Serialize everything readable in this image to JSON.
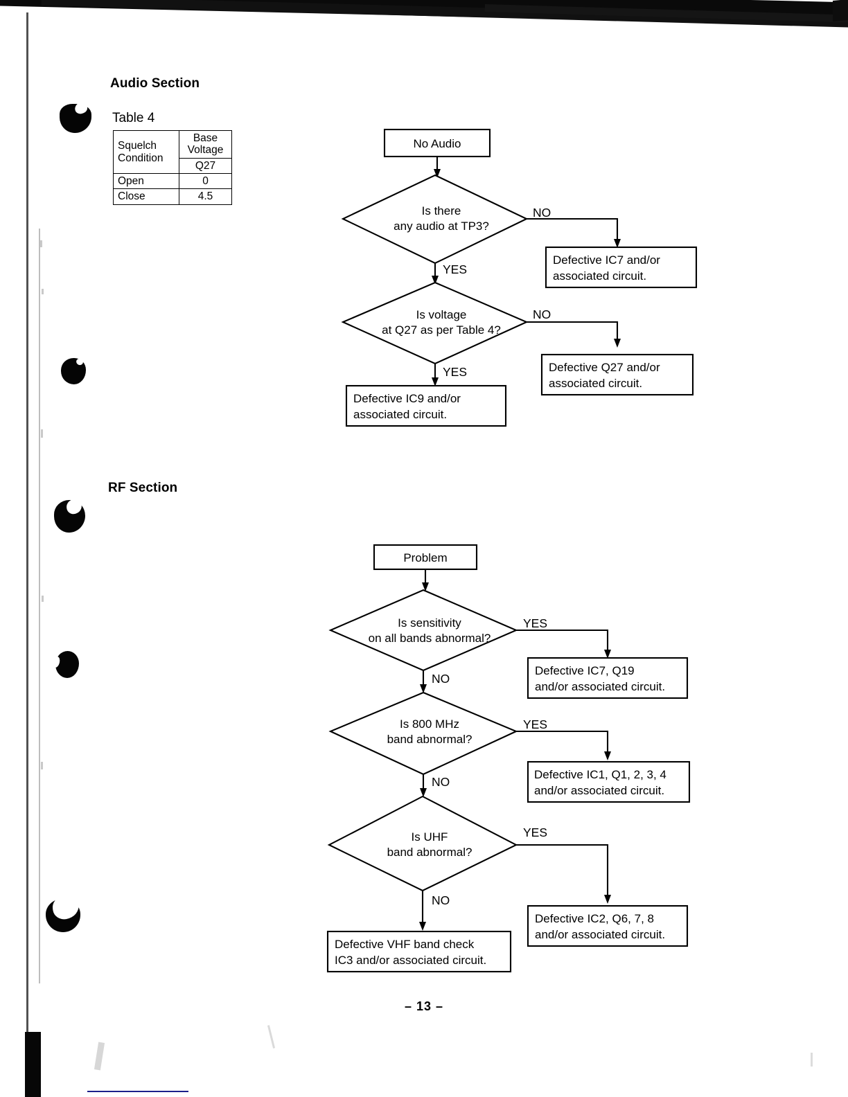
{
  "page": {
    "number_label": "– 13 –"
  },
  "audio_section": {
    "heading": "Audio Section",
    "table": {
      "caption": "Table 4",
      "headers": {
        "condition": "Squelch\nCondition",
        "voltage": "Base\nVoltage",
        "device": "Q27"
      },
      "rows": [
        {
          "condition": "Open",
          "voltage": "0"
        },
        {
          "condition": "Close",
          "voltage": "4.5"
        }
      ]
    },
    "flow": {
      "start": "No Audio",
      "decision1": {
        "line1": "Is there",
        "line2": "any audio at TP3?",
        "yes": "YES",
        "no": "NO"
      },
      "decision1_no_result": {
        "line1": "Defective IC7 and/or",
        "line2": "associated circuit."
      },
      "decision2": {
        "line1": "Is voltage",
        "line2": "at Q27 as per Table 4?",
        "yes": "YES",
        "no": "NO"
      },
      "decision2_no_result": {
        "line1": "Defective Q27 and/or",
        "line2": "associated circuit."
      },
      "decision2_yes_result": {
        "line1": "Defective IC9 and/or",
        "line2": "associated circuit."
      }
    }
  },
  "rf_section": {
    "heading": "RF Section",
    "flow": {
      "start": "Problem",
      "decision1": {
        "line1": "Is sensitivity",
        "line2": "on all bands abnormal?",
        "yes": "YES",
        "no": "NO"
      },
      "decision1_yes_result": {
        "line1": "Defective IC7, Q19",
        "line2": "and/or associated circuit."
      },
      "decision2": {
        "line1": "Is 800 MHz",
        "line2": "band abnormal?",
        "yes": "YES",
        "no": "NO"
      },
      "decision2_yes_result": {
        "line1": "Defective IC1, Q1, 2, 3, 4",
        "line2": "and/or associated circuit."
      },
      "decision3": {
        "line1": "Is UHF",
        "line2": "band abnormal?",
        "yes": "YES",
        "no": "NO"
      },
      "decision3_yes_result": {
        "line1": "Defective IC2, Q6, 7, 8",
        "line2": "and/or associated circuit."
      },
      "decision3_no_result": {
        "line1": "Defective VHF band check",
        "line2": "IC3 and/or associated circuit."
      }
    }
  }
}
